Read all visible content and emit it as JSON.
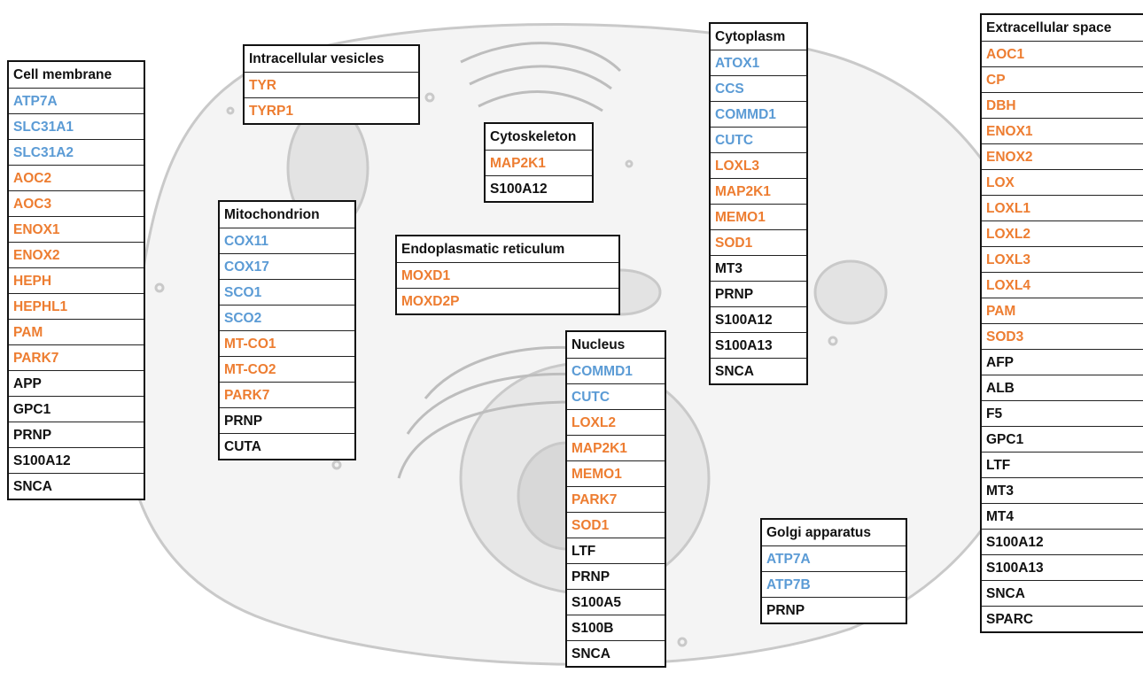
{
  "colors": {
    "blue": "#5b9bd5",
    "orange": "#ed7d31",
    "black": "#111111"
  },
  "compartments": [
    {
      "id": "cell-membrane",
      "title": "Cell membrane",
      "genes": [
        {
          "name": "ATP7A",
          "color": "blue"
        },
        {
          "name": "SLC31A1",
          "color": "blue"
        },
        {
          "name": "SLC31A2",
          "color": "blue"
        },
        {
          "name": "AOC2",
          "color": "orange"
        },
        {
          "name": "AOC3",
          "color": "orange"
        },
        {
          "name": "ENOX1",
          "color": "orange"
        },
        {
          "name": "ENOX2",
          "color": "orange"
        },
        {
          "name": "HEPH",
          "color": "orange"
        },
        {
          "name": "HEPHL1",
          "color": "orange"
        },
        {
          "name": "PAM",
          "color": "orange"
        },
        {
          "name": "PARK7",
          "color": "orange"
        },
        {
          "name": "APP",
          "color": "black"
        },
        {
          "name": "GPC1",
          "color": "black"
        },
        {
          "name": "PRNP",
          "color": "black"
        },
        {
          "name": "S100A12",
          "color": "black"
        },
        {
          "name": "SNCA",
          "color": "black"
        }
      ]
    },
    {
      "id": "intracellular-vesicles",
      "title": "Intracellular vesicles",
      "genes": [
        {
          "name": "TYR",
          "color": "orange"
        },
        {
          "name": "TYRP1",
          "color": "orange"
        }
      ]
    },
    {
      "id": "mitochondrion",
      "title": "Mitochondrion",
      "genes": [
        {
          "name": "COX11",
          "color": "blue"
        },
        {
          "name": "COX17",
          "color": "blue"
        },
        {
          "name": "SCO1",
          "color": "blue"
        },
        {
          "name": "SCO2",
          "color": "blue"
        },
        {
          "name": "MT-CO1",
          "color": "orange"
        },
        {
          "name": "MT-CO2",
          "color": "orange"
        },
        {
          "name": "PARK7",
          "color": "orange"
        },
        {
          "name": "PRNP",
          "color": "black"
        },
        {
          "name": "CUTA",
          "color": "black"
        }
      ]
    },
    {
      "id": "cytoskeleton",
      "title": "Cytoskeleton",
      "genes": [
        {
          "name": "MAP2K1",
          "color": "orange"
        },
        {
          "name": "S100A12",
          "color": "black"
        }
      ]
    },
    {
      "id": "endoplasmatic-reticulum",
      "title": "Endoplasmatic reticulum",
      "genes": [
        {
          "name": "MOXD1",
          "color": "orange"
        },
        {
          "name": "MOXD2P",
          "color": "orange"
        }
      ]
    },
    {
      "id": "nucleus",
      "title": "Nucleus",
      "genes": [
        {
          "name": "COMMD1",
          "color": "blue"
        },
        {
          "name": "CUTC",
          "color": "blue"
        },
        {
          "name": "LOXL2",
          "color": "orange"
        },
        {
          "name": "MAP2K1",
          "color": "orange"
        },
        {
          "name": "MEMO1",
          "color": "orange"
        },
        {
          "name": "PARK7",
          "color": "orange"
        },
        {
          "name": "SOD1",
          "color": "orange"
        },
        {
          "name": "LTF",
          "color": "black"
        },
        {
          "name": "PRNP",
          "color": "black"
        },
        {
          "name": "S100A5",
          "color": "black"
        },
        {
          "name": "S100B",
          "color": "black"
        },
        {
          "name": "SNCA",
          "color": "black"
        }
      ]
    },
    {
      "id": "cytoplasm",
      "title": "Cytoplasm",
      "genes": [
        {
          "name": "ATOX1",
          "color": "blue"
        },
        {
          "name": "CCS",
          "color": "blue"
        },
        {
          "name": "COMMD1",
          "color": "blue"
        },
        {
          "name": "CUTC",
          "color": "blue"
        },
        {
          "name": "LOXL3",
          "color": "orange"
        },
        {
          "name": "MAP2K1",
          "color": "orange"
        },
        {
          "name": "MEMO1",
          "color": "orange"
        },
        {
          "name": "SOD1",
          "color": "orange"
        },
        {
          "name": "MT3",
          "color": "black"
        },
        {
          "name": "PRNP",
          "color": "black"
        },
        {
          "name": "S100A12",
          "color": "black"
        },
        {
          "name": "S100A13",
          "color": "black"
        },
        {
          "name": "SNCA",
          "color": "black"
        }
      ]
    },
    {
      "id": "golgi-apparatus",
      "title": "Golgi apparatus",
      "genes": [
        {
          "name": "ATP7A",
          "color": "blue"
        },
        {
          "name": "ATP7B",
          "color": "blue"
        },
        {
          "name": "PRNP",
          "color": "black"
        }
      ]
    },
    {
      "id": "extracellular-space",
      "title": "Extracellular space",
      "genes": [
        {
          "name": "AOC1",
          "color": "orange"
        },
        {
          "name": "CP",
          "color": "orange"
        },
        {
          "name": "DBH",
          "color": "orange"
        },
        {
          "name": "ENOX1",
          "color": "orange"
        },
        {
          "name": "ENOX2",
          "color": "orange"
        },
        {
          "name": "LOX",
          "color": "orange"
        },
        {
          "name": "LOXL1",
          "color": "orange"
        },
        {
          "name": "LOXL2",
          "color": "orange"
        },
        {
          "name": "LOXL3",
          "color": "orange"
        },
        {
          "name": "LOXL4",
          "color": "orange"
        },
        {
          "name": "PAM",
          "color": "orange"
        },
        {
          "name": "SOD3",
          "color": "orange"
        },
        {
          "name": "AFP",
          "color": "black"
        },
        {
          "name": "ALB",
          "color": "black"
        },
        {
          "name": "F5",
          "color": "black"
        },
        {
          "name": "GPC1",
          "color": "black"
        },
        {
          "name": "LTF",
          "color": "black"
        },
        {
          "name": "MT3",
          "color": "black"
        },
        {
          "name": "MT4",
          "color": "black"
        },
        {
          "name": "S100A12",
          "color": "black"
        },
        {
          "name": "S100A13",
          "color": "black"
        },
        {
          "name": "SNCA",
          "color": "black"
        },
        {
          "name": "SPARC",
          "color": "black"
        }
      ]
    }
  ]
}
